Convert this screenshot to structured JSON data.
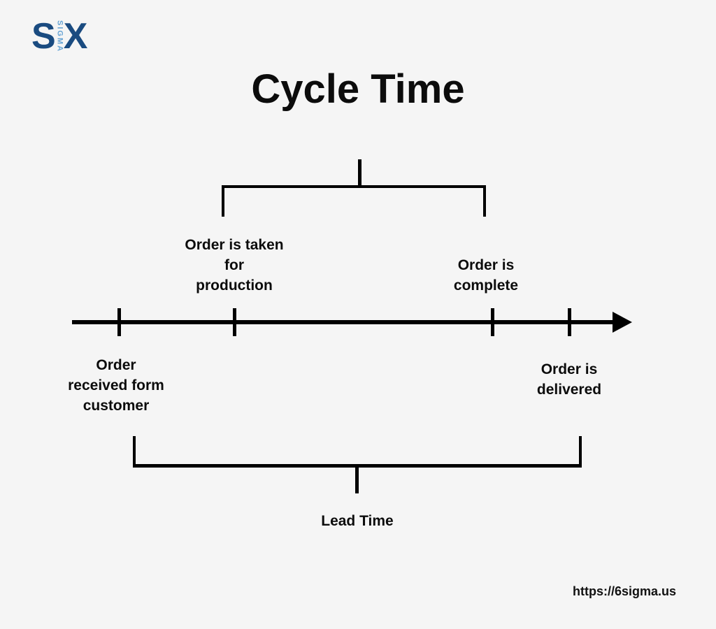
{
  "logo": {
    "part_s": "S",
    "part_sigma": "SIGMA",
    "part_x": "X",
    "dark_blue": "#1a4b80",
    "light_blue": "#67a4d4"
  },
  "title": "Cycle Time",
  "diagram": {
    "type": "timeline",
    "cycle_time_bracket_labels": [
      {
        "text": "Order is taken\nfor\nproduction"
      },
      {
        "text": "Order is\ncomplete"
      }
    ],
    "below_axis_labels": [
      {
        "text": "Order\nreceived form\ncustomer"
      },
      {
        "text": "Order is\ndelivered"
      }
    ],
    "lead_time_label": "Lead Time",
    "tick_count": 4,
    "line_color": "#000000"
  },
  "footer": {
    "url": "https://6sigma.us"
  },
  "colors": {
    "background": "#f5f5f5",
    "text": "#0c0c0c"
  }
}
